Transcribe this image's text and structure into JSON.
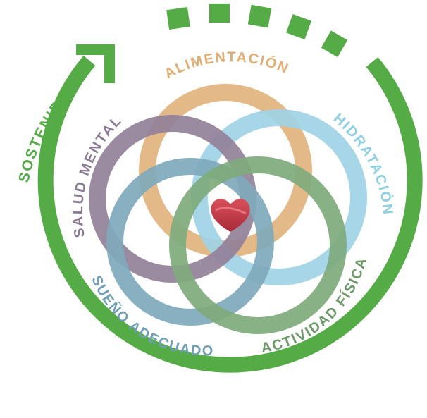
{
  "outer_arrow": {
    "label": "SOSTENIBLE",
    "color": "#55ab46"
  },
  "rings": [
    {
      "id": "alimentacion",
      "label": "ALIMENTACIÓN",
      "color": "#e2b37e",
      "label_color": "#e2ad73"
    },
    {
      "id": "hidratacion",
      "label": "HIDRATACIÓN",
      "color": "#9fd3e6",
      "label_color": "#8fcfe6"
    },
    {
      "id": "salud-mental",
      "label": "SALUD MENTAL",
      "color": "#918199",
      "label_color": "#8a7a94"
    },
    {
      "id": "sueno-adecuado",
      "label": "SUEÑO ADECUADO",
      "color": "#7fa9bb",
      "label_color": "#6f9fb4"
    },
    {
      "id": "actividad-fisica",
      "label": "ACTIVIDAD FÍSICA",
      "color": "#7faa7c",
      "label_color": "#6c9a68"
    }
  ],
  "center": {
    "icon": "heart-icon",
    "color": "#c23a47"
  }
}
